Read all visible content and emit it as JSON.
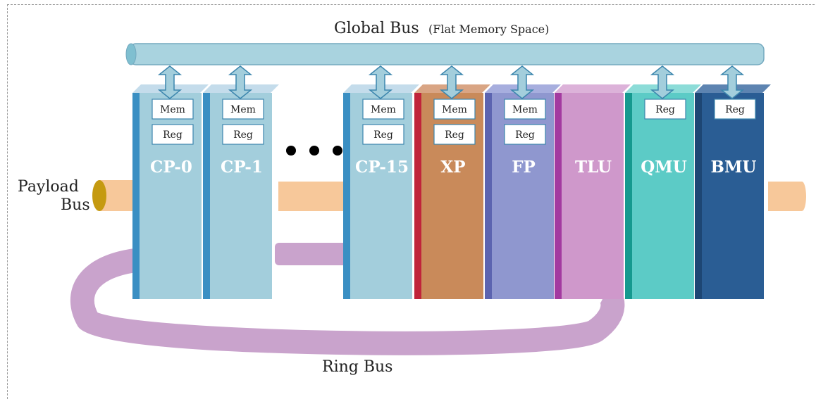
{
  "global_bus": {
    "title": "Global Bus",
    "subtitle": "(Flat Memory Space)"
  },
  "payload_bus": {
    "line1": "Payload",
    "line2": "Bus"
  },
  "ring_bus": {
    "label": "Ring Bus"
  },
  "units": [
    {
      "label": "CP-0",
      "boxes": [
        "Mem",
        "Reg"
      ],
      "front": "#a3cedc",
      "side": "#3a8fc3",
      "top": "#c4dceb",
      "text": "#ffffff"
    },
    {
      "label": "CP-1",
      "boxes": [
        "Mem",
        "Reg"
      ],
      "front": "#a3cedc",
      "side": "#3a8fc3",
      "top": "#c4dceb",
      "text": "#ffffff"
    },
    {
      "label": "CP-15",
      "boxes": [
        "Mem",
        "Reg"
      ],
      "front": "#a3cedc",
      "side": "#3a8fc3",
      "top": "#c4dceb",
      "text": "#ffffff"
    },
    {
      "label": "XP",
      "boxes": [
        "Mem",
        "Reg"
      ],
      "front": "#c98a5a",
      "side": "#c0243a",
      "top": "#d9a584",
      "text": "#ffffff"
    },
    {
      "label": "FP",
      "boxes": [
        "Mem",
        "Reg"
      ],
      "front": "#8f97cf",
      "side": "#5c64b0",
      "top": "#a7aede",
      "text": "#ffffff"
    },
    {
      "label": "TLU",
      "boxes": [],
      "front": "#cf98cb",
      "side": "#a33aa0",
      "top": "#dcb2d9",
      "text": "#ffffff"
    },
    {
      "label": "QMU",
      "boxes": [
        "Reg"
      ],
      "front": "#5ccbc6",
      "side": "#15998f",
      "top": "#8cdcd8",
      "text": "#ffffff"
    },
    {
      "label": "BMU",
      "boxes": [
        "Reg"
      ],
      "front": "#2a5d94",
      "side": "#1d4674",
      "top": "#5d84b1",
      "text": "#ffffff"
    }
  ],
  "colors": {
    "global_bus": "#a9d3df",
    "global_bus_edge": "#74a9bf",
    "payload_bus": "#f7c89a",
    "payload_bus_end": "#c59a10",
    "ring_bus": "#c9a3cc",
    "ring_bus_edge": "#a57fae",
    "arrow_fill": "#a3cedc",
    "arrow_stroke": "#3c86ad",
    "dots": "#000000"
  }
}
